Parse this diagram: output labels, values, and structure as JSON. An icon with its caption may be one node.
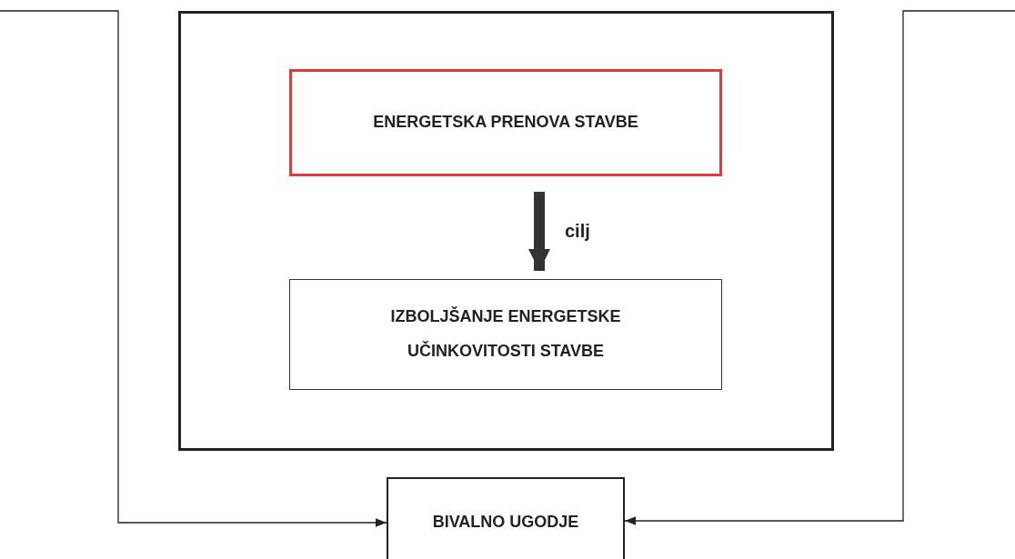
{
  "diagram": {
    "nodes": [
      {
        "text": [],
        "shape": "box"
      },
      {
        "text": [
          "ENERGETSKA PRENOVA STAVBE"
        ],
        "in": 0
      },
      {
        "text": [
          "IZBOLJŠANJE ENERGETSKE UČINKOVITOSTI STAVBE"
        ],
        "in": 0
      },
      {
        "text": [
          "BIVALNO UGODJE"
        ]
      }
    ],
    "edges": [
      {
        "from": 1,
        "to": 2,
        "arrow": "to",
        "label": "cilj",
        "style": "thick"
      },
      {
        "from": null,
        "to": 3,
        "arrow": "to"
      },
      {
        "from": null,
        "to": 3,
        "arrow": "to"
      }
    ]
  }
}
